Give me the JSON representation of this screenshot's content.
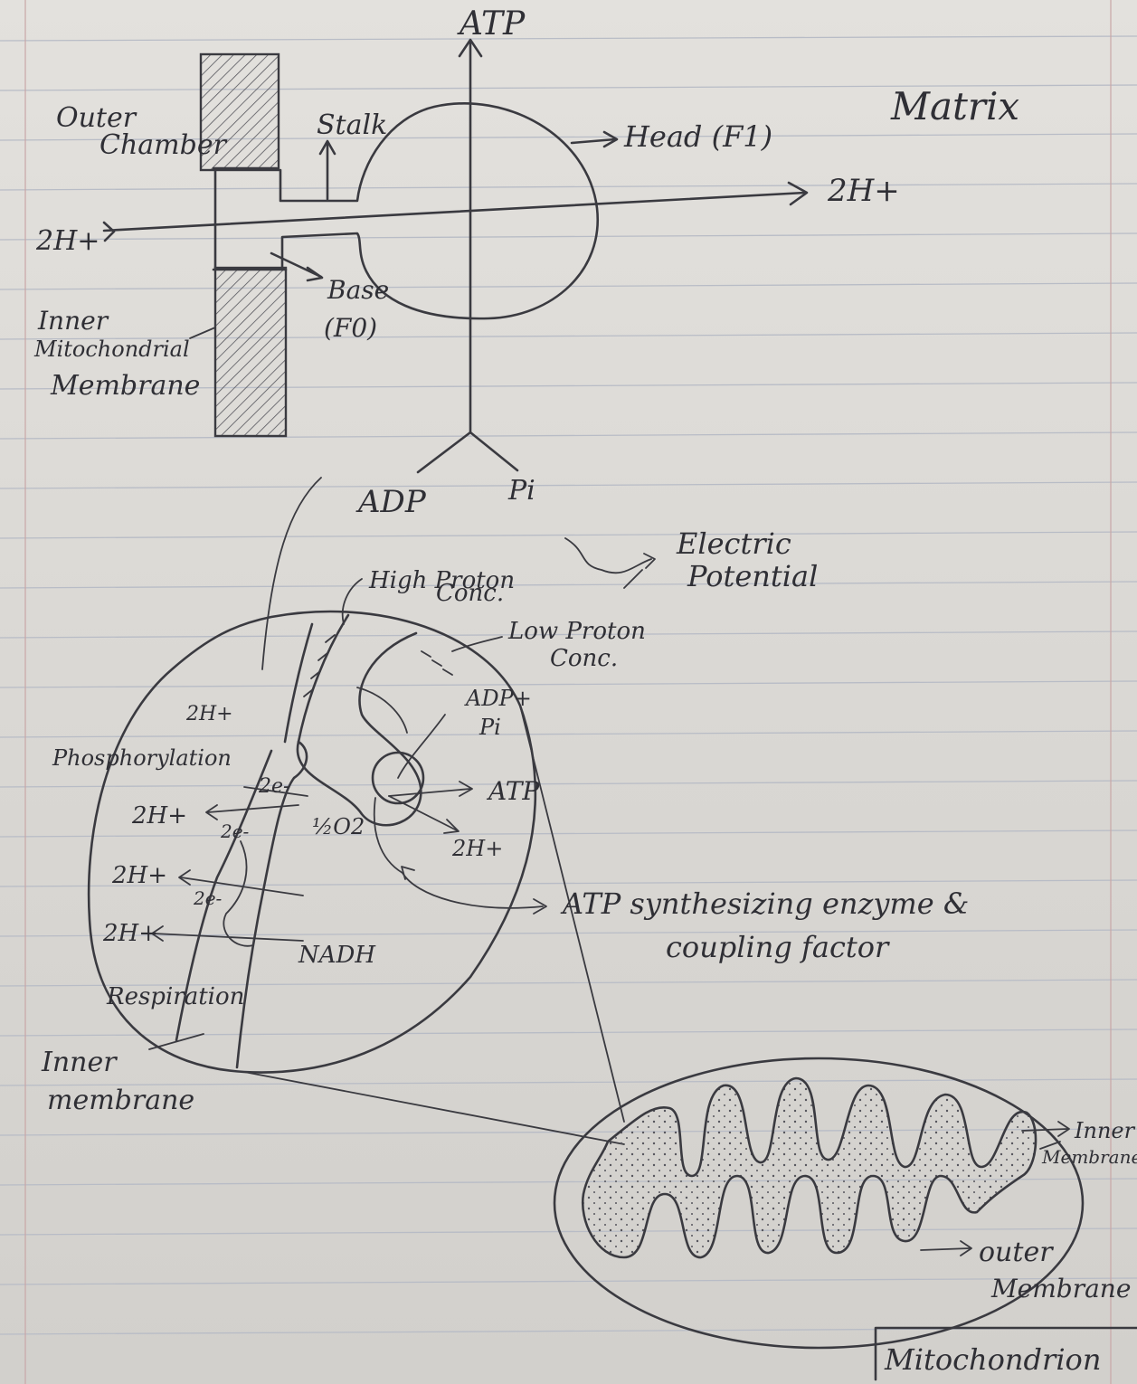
{
  "top_diagram": {
    "label_atp": "ATP",
    "label_matrix": "Matrix",
    "label_stalk": "Stalk",
    "label_head": "Head (F1)",
    "label_2h_right": "2H+",
    "label_outer_chamber_1": "Outer",
    "label_outer_chamber_2": "Chamber",
    "label_2h_left": "2H+",
    "label_base_1": "Base",
    "label_base_2": "(F0)",
    "label_inner_membrane_1": "Inner",
    "label_inner_membrane_2": "Mitochondrial",
    "label_inner_membrane_3": "Membrane",
    "label_adp": "ADP",
    "label_pi": "Pi"
  },
  "middle_diagram": {
    "label_high_proton_1": "High Proton",
    "label_high_proton_2": "Conc.",
    "label_electric_1": "Electric",
    "label_electric_2": "Potential",
    "label_low_proton_1": "Low Proton",
    "label_low_proton_2": "Conc.",
    "label_2h_top": "2H+",
    "label_adp_pi_1": "ADP+",
    "label_adp_pi_2": "Pi",
    "label_phosphorylation": "Phosphorylation",
    "label_2e_1": "2e-",
    "label_atp": "ATP",
    "label_2h_a": "2H+",
    "label_half_o2": "½O2",
    "label_2e_2": "2e-",
    "label_2h_out": "2H+",
    "label_2h_b": "2H+",
    "label_2e_3": "2e-",
    "label_2h_c": "2H+",
    "label_nadh": "NADH",
    "label_atp_synth_1": "ATP synthesizing enzyme &",
    "label_atp_synth_2": "coupling factor",
    "label_respiration": "Respiration",
    "label_inner_1": "Inner",
    "label_inner_2": "membrane"
  },
  "bottom_diagram": {
    "label_inner_1": "Inner",
    "label_inner_2": "Membrane",
    "label_outer_1": "outer",
    "label_outer_2": "Membrane",
    "label_title": "Mitochondrion"
  }
}
